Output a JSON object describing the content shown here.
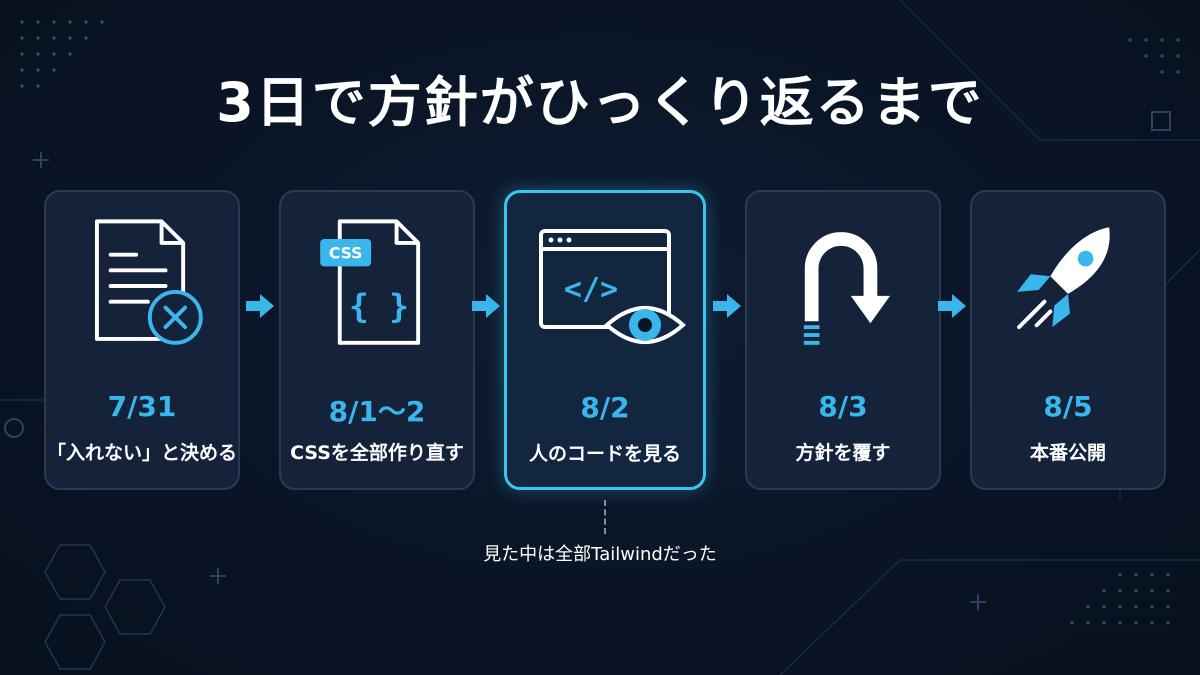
{
  "title": "3日で方針がひっくり返るまで",
  "steps": [
    {
      "date": "7/31",
      "label": "「入れない」と決める",
      "icon": "document-x-icon"
    },
    {
      "date": "8/1〜2",
      "label": "CSSを全部作り直す",
      "icon": "css-file-icon",
      "badge": "CSS",
      "braces": "{ }"
    },
    {
      "date": "8/2",
      "label": "人のコードを見る",
      "icon": "code-eye-icon",
      "code": "</>",
      "highlighted": true
    },
    {
      "date": "8/3",
      "label": "方針を覆す",
      "icon": "u-turn-icon"
    },
    {
      "date": "8/5",
      "label": "本番公開",
      "icon": "rocket-icon"
    }
  ],
  "note": "見た中は全部Tailwindだった",
  "colors": {
    "accent": "#39b6ec",
    "highlight": "#38c6ef",
    "card": "#15233a",
    "background": "#0a1426"
  }
}
